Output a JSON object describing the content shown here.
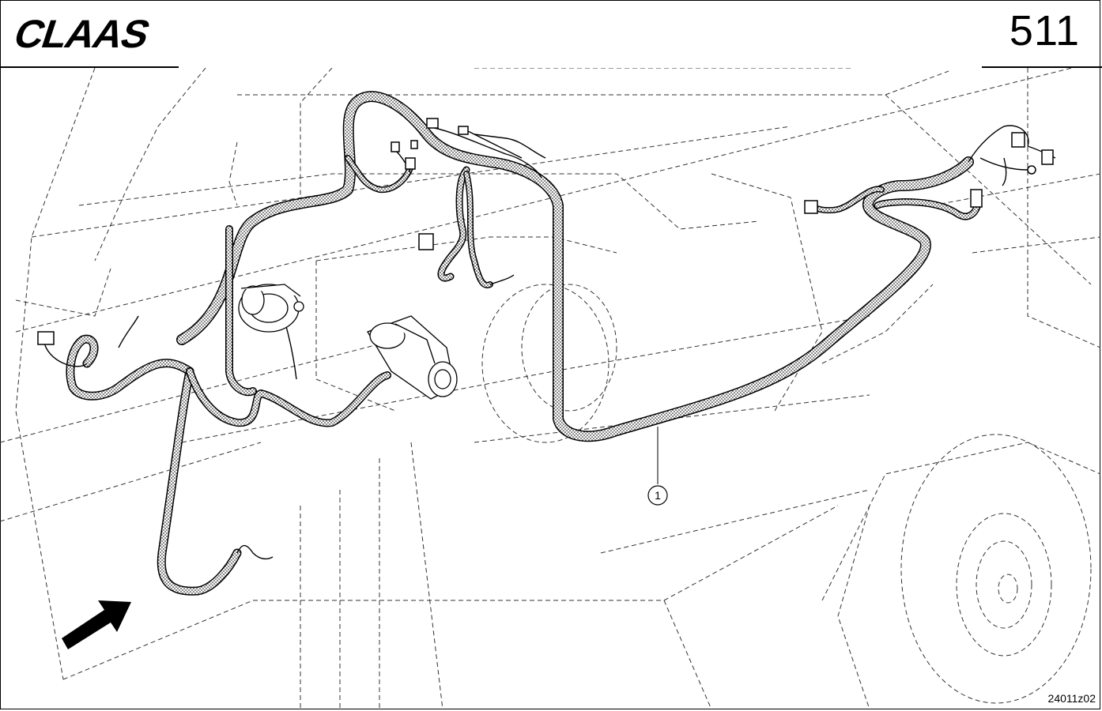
{
  "header": {
    "brand": "CLAAS",
    "page_number": "511"
  },
  "drawing": {
    "callouts": [
      {
        "label": "1"
      }
    ],
    "drawing_code": "24011z02"
  }
}
